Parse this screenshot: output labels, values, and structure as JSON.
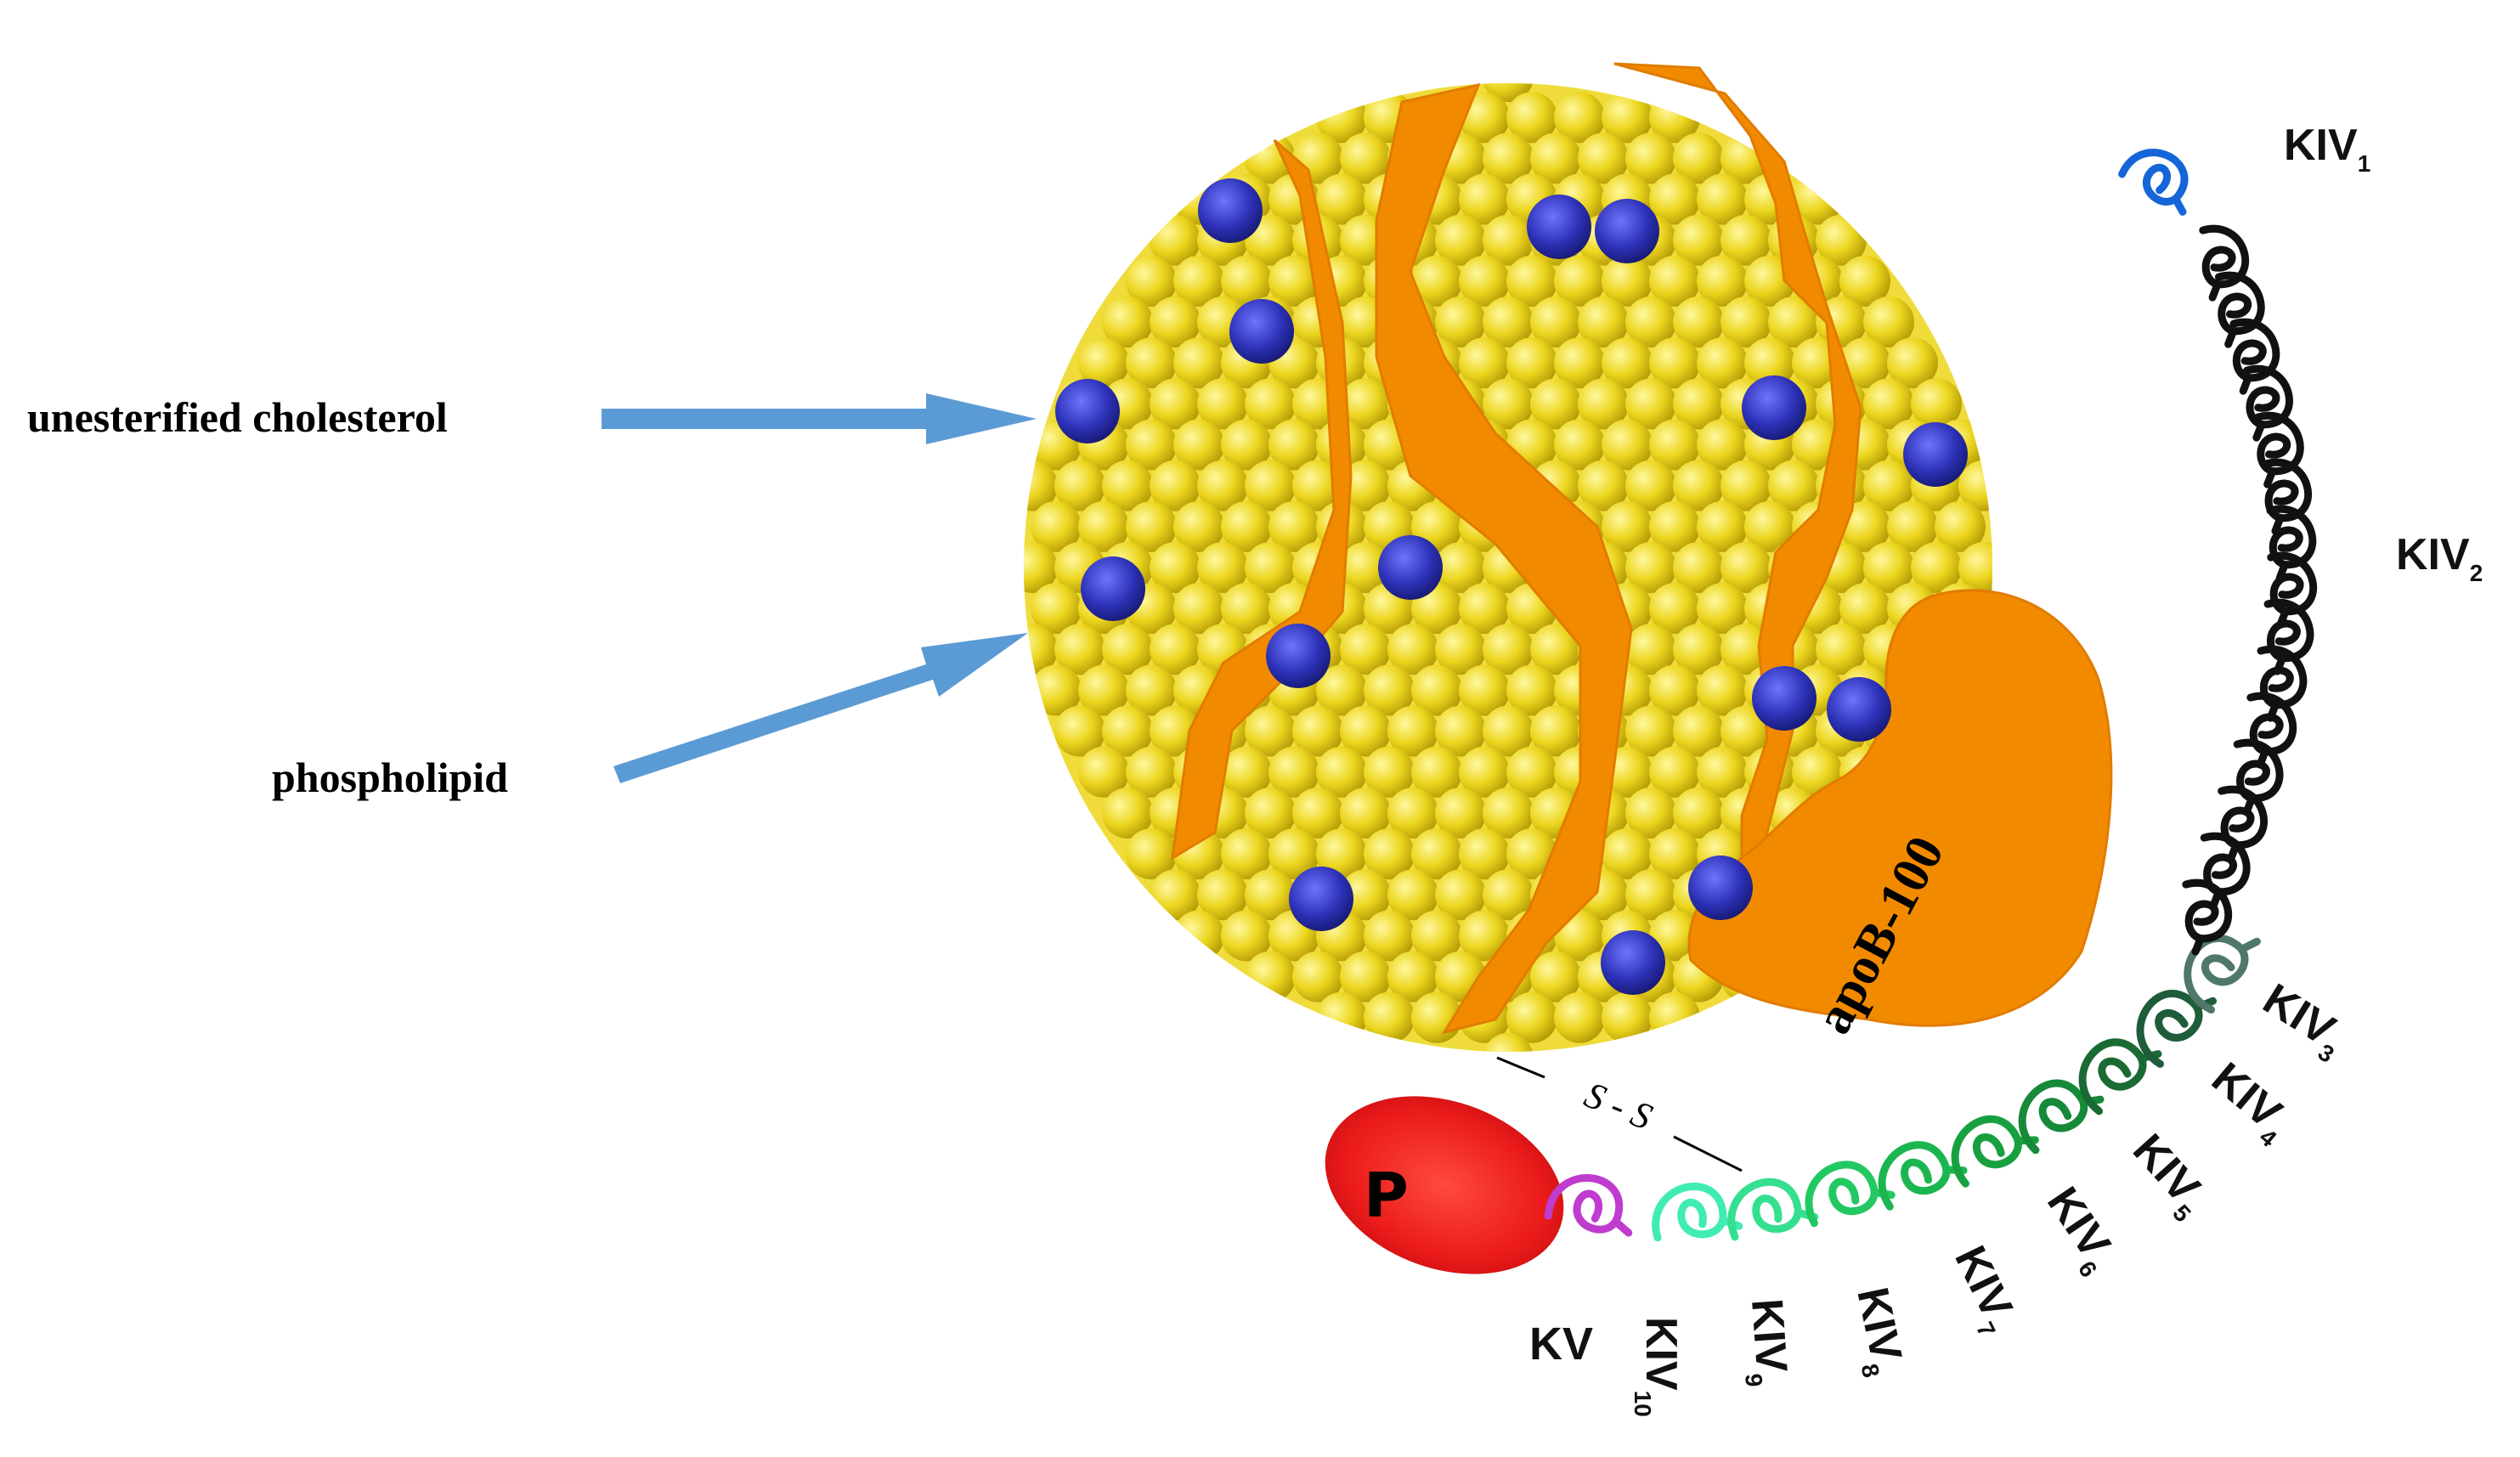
{
  "labels": {
    "unesterified_cholesterol": "unesterified cholesterol",
    "phospholipid": "phospholipid",
    "apob": "apoB-100",
    "disulfide": "S - S",
    "protease": "P"
  },
  "kringles": {
    "kv": "KV",
    "base": "KIV",
    "subs": {
      "kiv1": "1",
      "kiv2": "2",
      "kiv3": "3",
      "kiv4": "4",
      "kiv5": "5",
      "kiv6": "6",
      "kiv7": "7",
      "kiv8": "8",
      "kiv9": "9",
      "kiv10": "10"
    }
  },
  "colors": {
    "lipid_yellow": "#f2e12a",
    "cholesterol_blue": "#3236b8",
    "apob_orange": "#f28a00",
    "arrow_blue": "#5b9bd5",
    "protease_red": "#e8161b",
    "kv_magenta": "#c03ccf",
    "kiv1_blue": "#1565d8",
    "kiv2_black": "#111111"
  }
}
